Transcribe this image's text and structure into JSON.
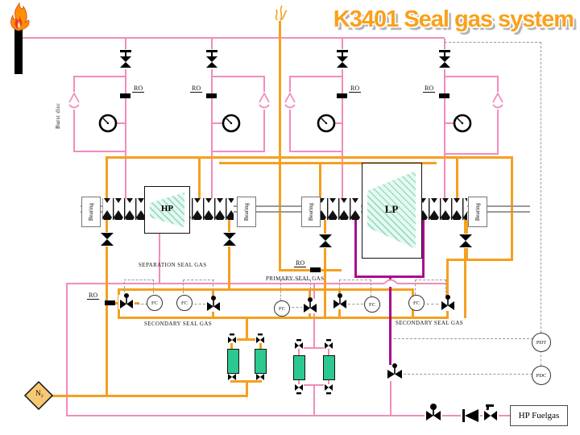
{
  "title": "K3401 Seal gas system",
  "colors": {
    "pipe_pink": "#F28CBC",
    "pipe_orange": "#F5A020",
    "pipe_purple": "#AA0C8C",
    "filter_green": "#2BC98F",
    "title_orange": "#F9A11B"
  },
  "labels": {
    "ro": "RO",
    "burst_disc": "Burst disc",
    "bearing": "Bearing",
    "separation_seal_gas": "SEPARATION SEAL GAS",
    "primary_seal_gas": "PRIMARY SEAL GAS",
    "secondary_seal_gas": "SECONDARY SEAL GAS",
    "hp": "HP",
    "lp": "LP",
    "n2": "N₂",
    "hp_fuelgas": "HP Fuelgas",
    "fc": "FC",
    "pdt": "PDT",
    "pdc": "PDC"
  }
}
